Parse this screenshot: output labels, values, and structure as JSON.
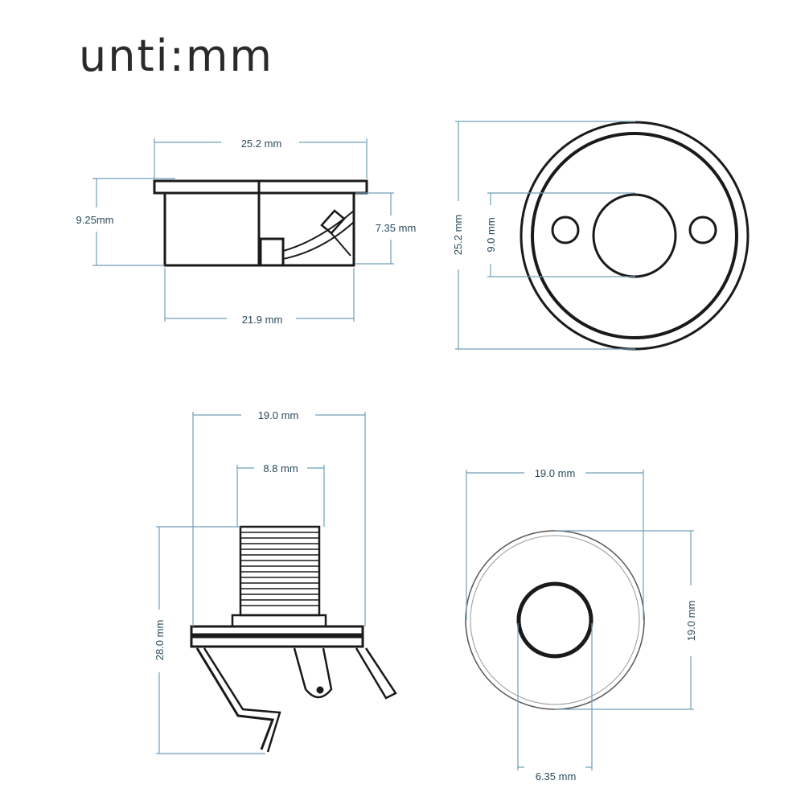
{
  "title": "unti:mm",
  "colors": {
    "outline": "#1a1a1a",
    "dimension": "#6f9fb8",
    "label": "#2a4a5a"
  },
  "views": {
    "cup_side": {
      "top_width": "25.2 mm",
      "bottom_width": "21.9 mm",
      "height": "9.25mm",
      "inner_height": "7.35 mm"
    },
    "cup_front": {
      "diameter": "25.2 mm",
      "hole": "9.0 mm"
    },
    "jack_side": {
      "width": "19.0 mm",
      "thread": "8.8 mm",
      "height": "28.0 mm"
    },
    "jack_front": {
      "width": "19.0 mm",
      "height": "19.0 mm",
      "hole": "6.35 mm"
    }
  }
}
